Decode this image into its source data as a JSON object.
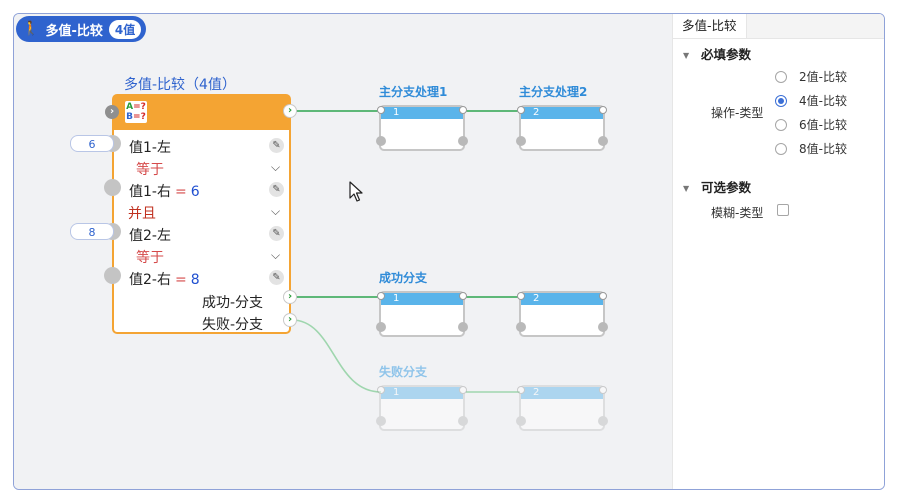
{
  "badge": {
    "icon": "walking-person-icon",
    "title": "多值-比较",
    "count": "4值"
  },
  "main_node": {
    "title": "多值-比较（4值）",
    "icon": "ab-compare-icon",
    "icon_lines": [
      "A=?",
      "B=?"
    ],
    "rows": [
      {
        "label": "值1-左",
        "pill": "6"
      },
      {
        "op": "等于"
      },
      {
        "label": "值1-右",
        "eq": "=",
        "value": "6"
      },
      {
        "op": "并且"
      },
      {
        "label": "值2-左",
        "pill": "8"
      },
      {
        "op": "等于"
      },
      {
        "label": "值2-右",
        "eq": "=",
        "value": "8"
      }
    ],
    "outputs": [
      "成功-分支",
      "失败-分支"
    ]
  },
  "branches": [
    {
      "label": "主分支处理1",
      "num": "1"
    },
    {
      "label": "主分支处理2",
      "num": "2"
    },
    {
      "label": "成功分支",
      "num": "1"
    },
    {
      "label": "",
      "num": "2"
    },
    {
      "label": "失败分支",
      "num": "1"
    },
    {
      "label": "",
      "num": "2"
    }
  ],
  "panel": {
    "tab": "多值-比较",
    "required_title": "必填参数",
    "op_label": "操作-类型",
    "radio_options": [
      "2值-比较",
      "4值-比较",
      "6值-比较",
      "8值-比较"
    ],
    "selected": "4值-比较",
    "optional_title": "可选参数",
    "fuzzy_label": "模糊-类型"
  },
  "colors": {
    "accent": "#2f63ce",
    "node_orange": "#f4a433",
    "branch_blue": "#5ab4ea",
    "wire_green": "#2ea44f"
  }
}
